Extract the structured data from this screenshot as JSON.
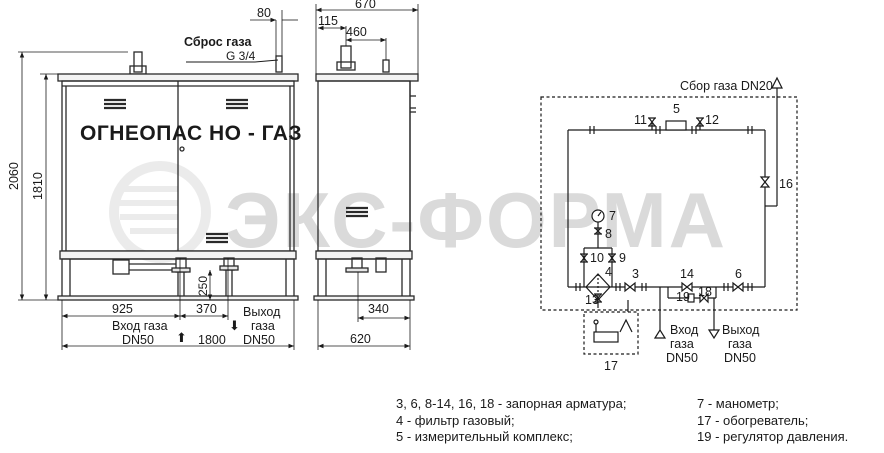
{
  "watermark": "ЭКС-ФОРМА",
  "front_view": {
    "cabinet_label": "ОГНЕОПАС НО - ГАЗ",
    "vent_callout": {
      "title": "Сброс газа",
      "thread": "G 3/4"
    },
    "dims": {
      "vent_offset": "80",
      "height_total": "2060",
      "height_body": "1810",
      "left_offset": "925",
      "pipe_spacing": "370",
      "pipe_height": "250",
      "width_total": "1800"
    },
    "inlet_label": [
      "Вход газа",
      "DN50"
    ],
    "outlet_label": [
      "Выход",
      "газа",
      "DN50"
    ],
    "arrow_up": "⬆",
    "arrow_down": "⬇"
  },
  "side_view": {
    "dims": {
      "top_width": "670",
      "a": "115",
      "b": "460",
      "c": "340",
      "base": "620"
    }
  },
  "schematic": {
    "gas_collect": "Сбор газа DN20",
    "nums": [
      "5",
      "11",
      "12",
      "16",
      "7",
      "8",
      "10",
      "9",
      "4",
      "3",
      "14",
      "6",
      "13",
      "19",
      "18",
      "17"
    ],
    "inlet": [
      "Вход",
      "газа",
      "DN50"
    ],
    "outlet": [
      "Выход",
      "газа",
      "DN50"
    ]
  },
  "legend": {
    "left": [
      "3, 6, 8-14, 16, 18 - запорная арматура;",
      "4 - фильтр газовый;",
      "5 - измерительный комплекс;"
    ],
    "right": [
      "7 - манометр;",
      "17 - обогреватель;",
      "19 - регулятор давления."
    ]
  }
}
